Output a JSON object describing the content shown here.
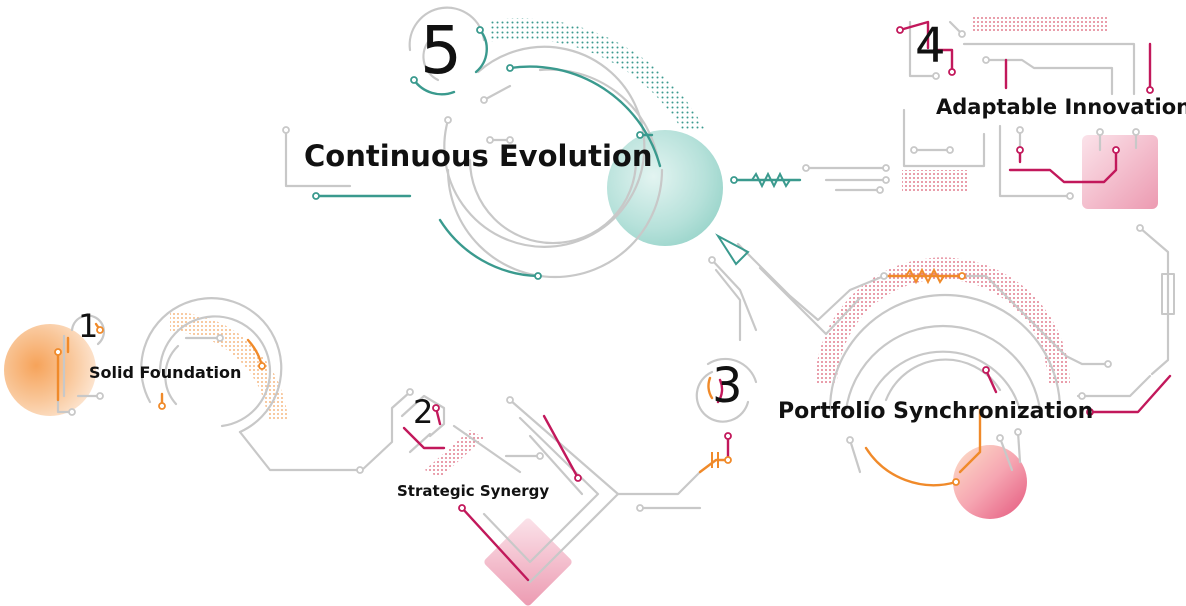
{
  "stages": [
    {
      "number": "1",
      "label": "Solid Foundation"
    },
    {
      "number": "2",
      "label": "Strategic Synergy"
    },
    {
      "number": "3",
      "label": "Portfolio Synchronization"
    },
    {
      "number": "4",
      "label": "Adaptable Innovation"
    },
    {
      "number": "5",
      "label": "Continuous Evolution"
    }
  ],
  "colors": {
    "circuit": "#c8c8c8",
    "orange": "#f08a2a",
    "crimson": "#c2185b",
    "teal": "#3a9a8e"
  }
}
